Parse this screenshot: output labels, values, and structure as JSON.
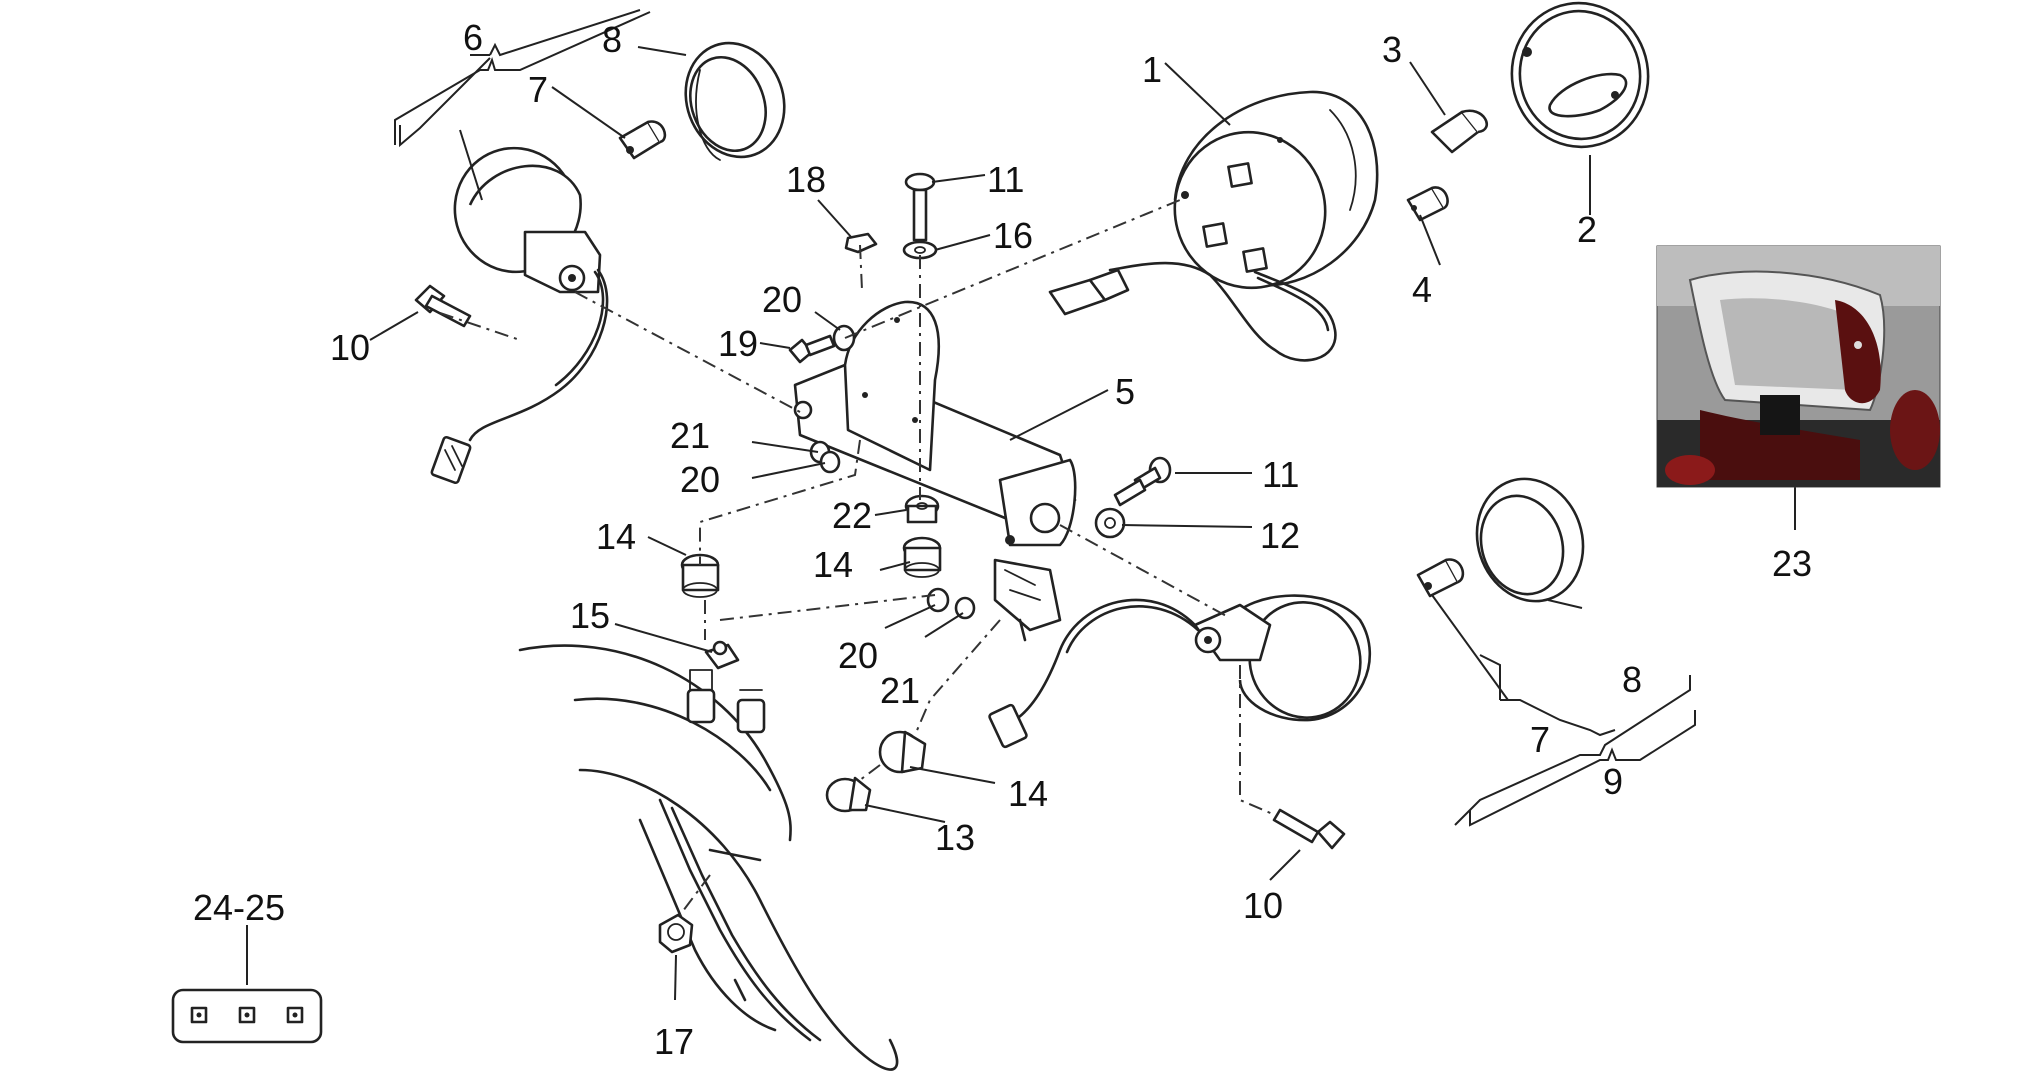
{
  "diagram": {
    "callouts": [
      {
        "id": "c1",
        "text": "1"
      },
      {
        "id": "c2",
        "text": "2"
      },
      {
        "id": "c3",
        "text": "3"
      },
      {
        "id": "c4",
        "text": "4"
      },
      {
        "id": "c5",
        "text": "5"
      },
      {
        "id": "c6",
        "text": "6"
      },
      {
        "id": "c7a",
        "text": "7"
      },
      {
        "id": "c7b",
        "text": "7"
      },
      {
        "id": "c8a",
        "text": "8"
      },
      {
        "id": "c8b",
        "text": "8"
      },
      {
        "id": "c9",
        "text": "9"
      },
      {
        "id": "c10a",
        "text": "10"
      },
      {
        "id": "c10b",
        "text": "10"
      },
      {
        "id": "c11a",
        "text": "11"
      },
      {
        "id": "c11b",
        "text": "11"
      },
      {
        "id": "c12",
        "text": "12"
      },
      {
        "id": "c13",
        "text": "13"
      },
      {
        "id": "c14a",
        "text": "14"
      },
      {
        "id": "c14b",
        "text": "14"
      },
      {
        "id": "c14c",
        "text": "14"
      },
      {
        "id": "c15",
        "text": "15"
      },
      {
        "id": "c16",
        "text": "16"
      },
      {
        "id": "c17",
        "text": "17"
      },
      {
        "id": "c18",
        "text": "18"
      },
      {
        "id": "c19",
        "text": "19"
      },
      {
        "id": "c20a",
        "text": "20"
      },
      {
        "id": "c20b",
        "text": "20"
      },
      {
        "id": "c20c",
        "text": "20"
      },
      {
        "id": "c21a",
        "text": "21"
      },
      {
        "id": "c21b",
        "text": "21"
      },
      {
        "id": "c22",
        "text": "22"
      },
      {
        "id": "c23",
        "text": "23"
      },
      {
        "id": "c2425",
        "text": "24-25"
      }
    ]
  },
  "colors": {
    "line": "#222222",
    "photo_bg": "#8c8c8c",
    "photo_chrome": "#e6e6e6",
    "photo_red": "#8b1a1a"
  }
}
